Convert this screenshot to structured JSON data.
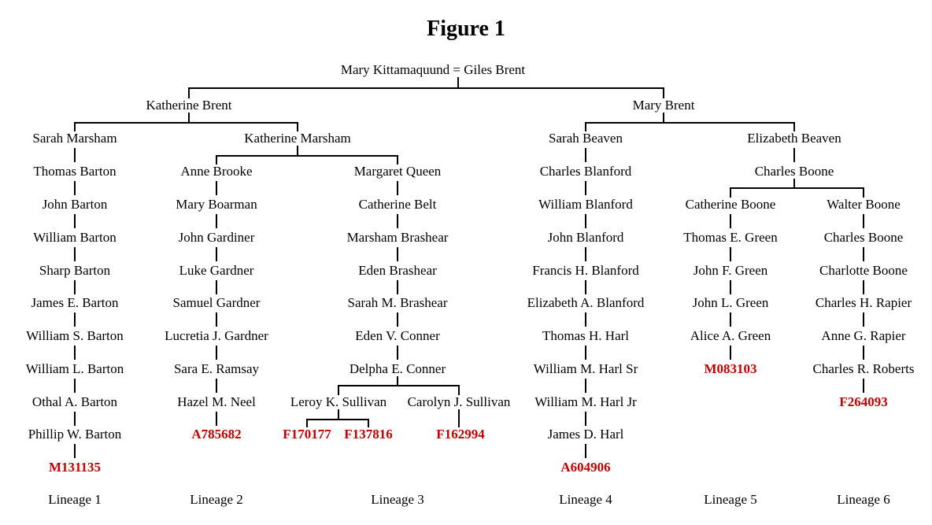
{
  "figure_title": "Figure 1",
  "colors": {
    "id_red": "#C00000",
    "line": "#000000",
    "text": "#000000"
  },
  "ancestors": {
    "root_couple": "Mary Kittamaquund = Giles Brent",
    "katherine_brent": "Katherine Brent",
    "mary_brent": "Mary Brent",
    "sarah_marsham": "Sarah Marsham",
    "katherine_marsham": "Katherine Marsham",
    "sarah_beaven": "Sarah Beaven",
    "elizabeth_beaven": "Elizabeth Beaven",
    "anne_brooke": "Anne Brooke",
    "margaret_queen": "Margaret Queen",
    "charles_boone_sr": "Charles Boone",
    "catherine_boone": "Catherine Boone",
    "walter_boone": "Walter Boone"
  },
  "lineage1": {
    "label": "Lineage 1",
    "chain": [
      "Thomas Barton",
      "John Barton",
      "William Barton",
      "Sharp Barton",
      "James E. Barton",
      "William S. Barton",
      "William L. Barton",
      "Othal A. Barton",
      "Phillip W. Barton"
    ],
    "id": "M131135"
  },
  "lineage2": {
    "label": "Lineage 2",
    "chain": [
      "Mary Boarman",
      "John Gardiner",
      "Luke Gardner",
      "Samuel Gardner",
      "Lucretia J. Gardner",
      "Sara E. Ramsay",
      "Hazel M. Neel"
    ],
    "id": "A785682"
  },
  "lineage3": {
    "label": "Lineage 3",
    "chain": [
      "Catherine Belt",
      "Marsham Brashear",
      "Eden Brashear",
      "Sarah M. Brashear",
      "Eden V. Conner",
      "Delpha E. Conner"
    ],
    "leroy": "Leroy K. Sullivan",
    "carolyn": "Carolyn J. Sullivan",
    "leroy_ids": [
      "F170177",
      "F137816"
    ],
    "carolyn_id": "F162994"
  },
  "lineage4": {
    "label": "Lineage 4",
    "chain": [
      "Charles Blanford",
      "William Blanford",
      "John Blanford",
      "Francis H. Blanford",
      "Elizabeth A. Blanford",
      "Thomas H. Harl",
      "William M. Harl Sr",
      "William M. Harl Jr",
      "James D. Harl"
    ],
    "id": "A604906"
  },
  "lineage5": {
    "label": "Lineage 5",
    "chain": [
      "Thomas E. Green",
      "John F. Green",
      "John L. Green",
      "Alice A. Green"
    ],
    "id": "M083103"
  },
  "lineage6": {
    "label": "Lineage 6",
    "chain": [
      "Charles Boone",
      "Charlotte Boone",
      "Charles H. Rapier",
      "Anne G. Rapier",
      "Charles R. Roberts"
    ],
    "id": "F264093"
  }
}
